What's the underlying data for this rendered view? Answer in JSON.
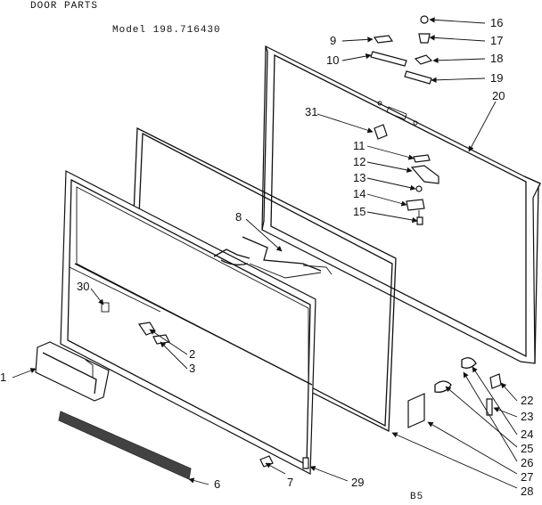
{
  "header": {
    "title": "DOOR PARTS",
    "model": "Model 198.716430"
  },
  "footer_code": "B5",
  "callouts": [
    {
      "n": "1"
    },
    {
      "n": "2"
    },
    {
      "n": "3"
    },
    {
      "n": "6"
    },
    {
      "n": "7"
    },
    {
      "n": "8"
    },
    {
      "n": "9"
    },
    {
      "n": "10"
    },
    {
      "n": "11"
    },
    {
      "n": "12"
    },
    {
      "n": "13"
    },
    {
      "n": "14"
    },
    {
      "n": "15"
    },
    {
      "n": "16"
    },
    {
      "n": "17"
    },
    {
      "n": "18"
    },
    {
      "n": "19"
    },
    {
      "n": "20"
    },
    {
      "n": "22"
    },
    {
      "n": "23"
    },
    {
      "n": "24"
    },
    {
      "n": "25"
    },
    {
      "n": "26"
    },
    {
      "n": "27"
    },
    {
      "n": "28"
    },
    {
      "n": "29"
    },
    {
      "n": "30"
    },
    {
      "n": "31"
    }
  ]
}
